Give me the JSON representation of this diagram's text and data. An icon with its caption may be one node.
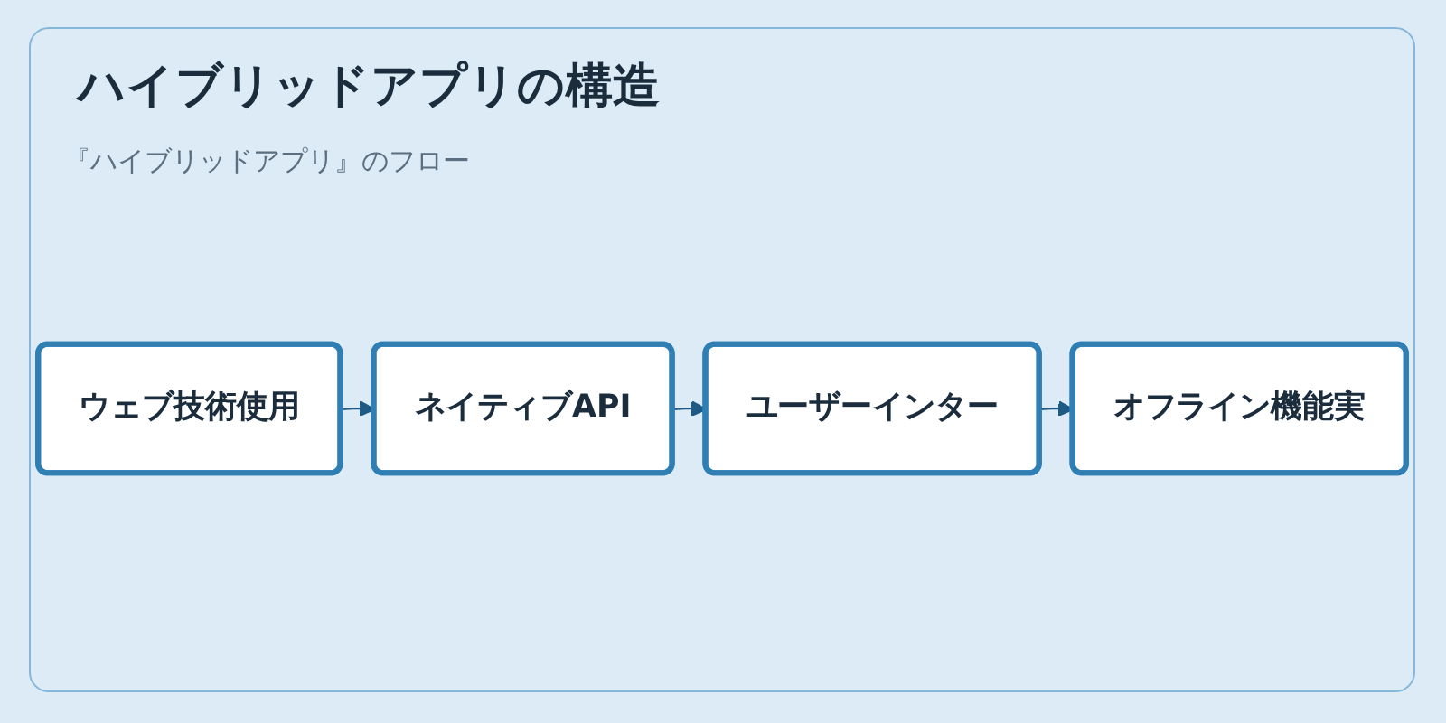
{
  "diagram": {
    "title": "ハイブリッドアプリの構造",
    "nodes": [
      {
        "text": [
          "ウェブ技術使用"
        ]
      },
      {
        "text": [
          "ネイティブAPI"
        ]
      },
      {
        "text": [
          "ユーザーインター"
        ]
      },
      {
        "text": [
          "オフライン機能実"
        ]
      }
    ],
    "edges": [
      {
        "from": 0,
        "to": 1,
        "arrow": "to"
      },
      {
        "from": 1,
        "to": 2,
        "arrow": "to"
      },
      {
        "from": 2,
        "to": 3,
        "arrow": "to"
      }
    ],
    "labels": [
      "『ハイブリッドアプリ』のフロー"
    ]
  }
}
